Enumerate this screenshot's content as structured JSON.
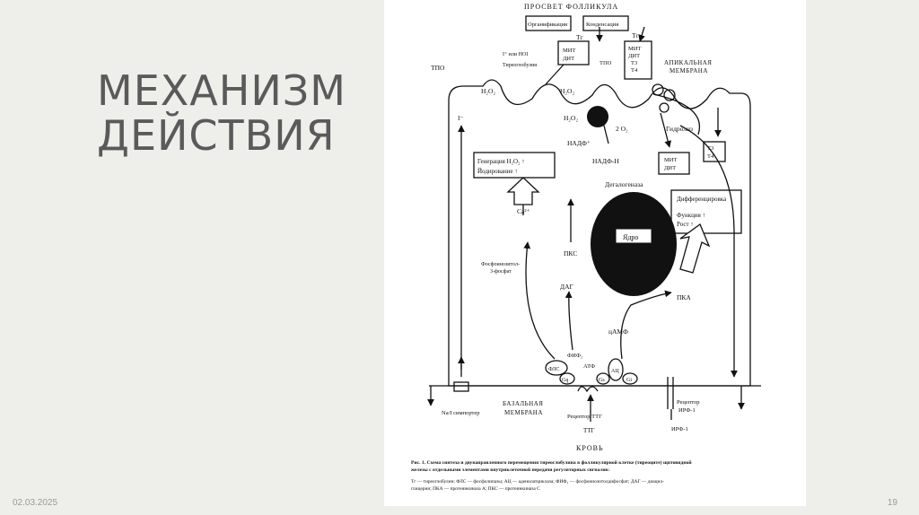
{
  "slide": {
    "title_line1": "МЕХАНИЗМ",
    "title_line2": "ДЕЙСТВИЯ",
    "date": "02.03.2025",
    "page_number": "19"
  },
  "diagram": {
    "lumen": "ПРОСВЕТ ФОЛЛИКУЛА",
    "organification": "Органификация",
    "condensation": "Конденсация",
    "tg1": "Тг",
    "tg2": "Тг",
    "mit_dit_a": "МИТ",
    "mit_dit_b": "ДИТ",
    "mit_dit_c": "МИТ",
    "mit_dit_d": "ДИТ",
    "t3_top": "Т3",
    "t4_top": "Т4",
    "iodine_hoi": "I⁺ или HOI",
    "thyroglobulin": "Тиреоглобулин",
    "tpo_left": "ТПО",
    "tpo_mid": "ТПО",
    "apical1": "АПИКАЛЬНАЯ",
    "apical2": "МЕМБРАНА",
    "h2o2_a": "H₂O₂",
    "h2o2_b": "H₂O₂",
    "h2o2_c": "H₂O₂",
    "o2": "2 O₂",
    "nadp": "НАДФ⁺",
    "nadph": "НАДФ-Н",
    "hydrolysis": "Гидролиз",
    "t3_box": "Т3",
    "t4_box": "Т4",
    "mit_box": "МИТ",
    "dit_box": "ДИТ",
    "deiodinase": "Дегалогеназа",
    "gen_h2o2": "Генерация H₂O₂ ↑",
    "iodination": "Йодирование ↑",
    "iodide": "I⁻",
    "ca": "Ca²⁺",
    "differentiation": "Дифференцировка",
    "function": "Функция ↑",
    "growth": "Рост ↑",
    "nucleus": "Ядро",
    "pkc": "ПКС",
    "pip3_1": "Фосфоинозитол-",
    "pip3_2": "3-фосфат",
    "dag": "ДАГ",
    "pka": "ПКА",
    "camp": "цАМФ",
    "pip2": "ФИФ₂",
    "atp": "АТФ",
    "pls": "ФЛС",
    "gq": "Gq",
    "gs": "Gs",
    "ac": "АЦ",
    "gi": "Gi",
    "nai": "Na/I симпортер",
    "basal1": "БАЗАЛЬНАЯ",
    "basal2": "МЕМБРАНА",
    "tsh_receptor": "Рецептор ТТГ",
    "igf_receptor1": "Рецептор",
    "igf_receptor2": "ИРФ-1",
    "igf": "ИРФ-1",
    "tsh": "ТТГ",
    "blood": "КРОВЬ",
    "caption1": "Рис. 1. Схема синтеза и двунаправленного перемещения тиреоглобулина в фолликулярной клетке (тиреоците) щитовидной",
    "caption2": "железы с отдельными элементами внутриклеточной передачи регуляторных сигналов:",
    "legend1": "Тг — тиреоглобулин; ФЛС — фосфолипазы; АЦ — аденилатциклаза; ФИФ₂ — фосфоинозитолдифосфат; ДАГ — диацил-",
    "legend2": "глицерин; ПКА — протеинкиназа А; ПКС — протеинкиназа С"
  }
}
